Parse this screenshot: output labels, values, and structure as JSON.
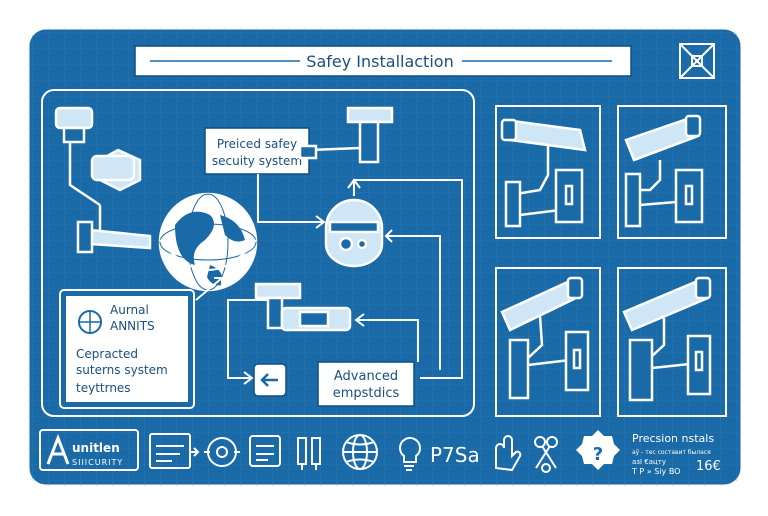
{
  "title": "Safey Installaction",
  "colors": {
    "board": "#1a6aa8",
    "line": "#ffffff",
    "accent": "#cfe6f7"
  },
  "labels": {
    "preiced_line1": "Preiced safey",
    "preiced_line2": "secuity system",
    "advanced_line1": "Advanced",
    "advanced_line2": "empstdics"
  },
  "info_card": {
    "heading": "Aurnal",
    "heading2": "ANNITS",
    "line1": "Cepracted",
    "line2": "suterns system",
    "line3": "teyttrnes"
  },
  "footer": {
    "brand_line1": "unitlen",
    "brand_line2": "SIIICURITY",
    "code": "P7Sa",
    "right_title": "Precsion nstals",
    "right_small1": "ау̃ - тес составит былася",
    "right_small2": "азΙ   €ацту",
    "right_small3": "T P  »  Siy BO",
    "price": "16€"
  },
  "icons": [
    "window-frame-icon",
    "arrows-icon",
    "target-icon",
    "easy-box-icon",
    "tools-icon",
    "globe-icon",
    "lightbulb-icon",
    "hand-icon",
    "scissors-icon",
    "question-gear-icon"
  ]
}
